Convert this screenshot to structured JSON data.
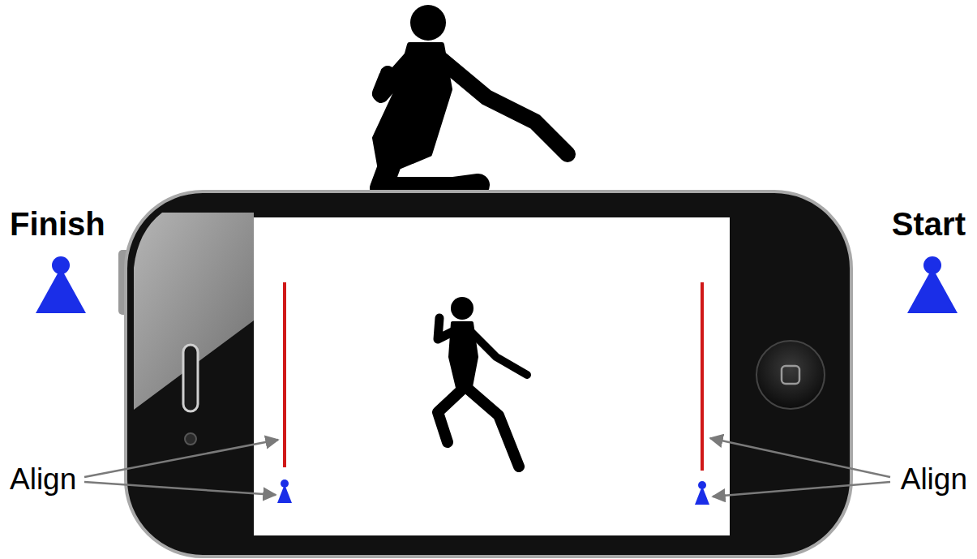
{
  "diagram": {
    "labels": [
      "Finish",
      "Start",
      "Align",
      "Align"
    ]
  }
}
